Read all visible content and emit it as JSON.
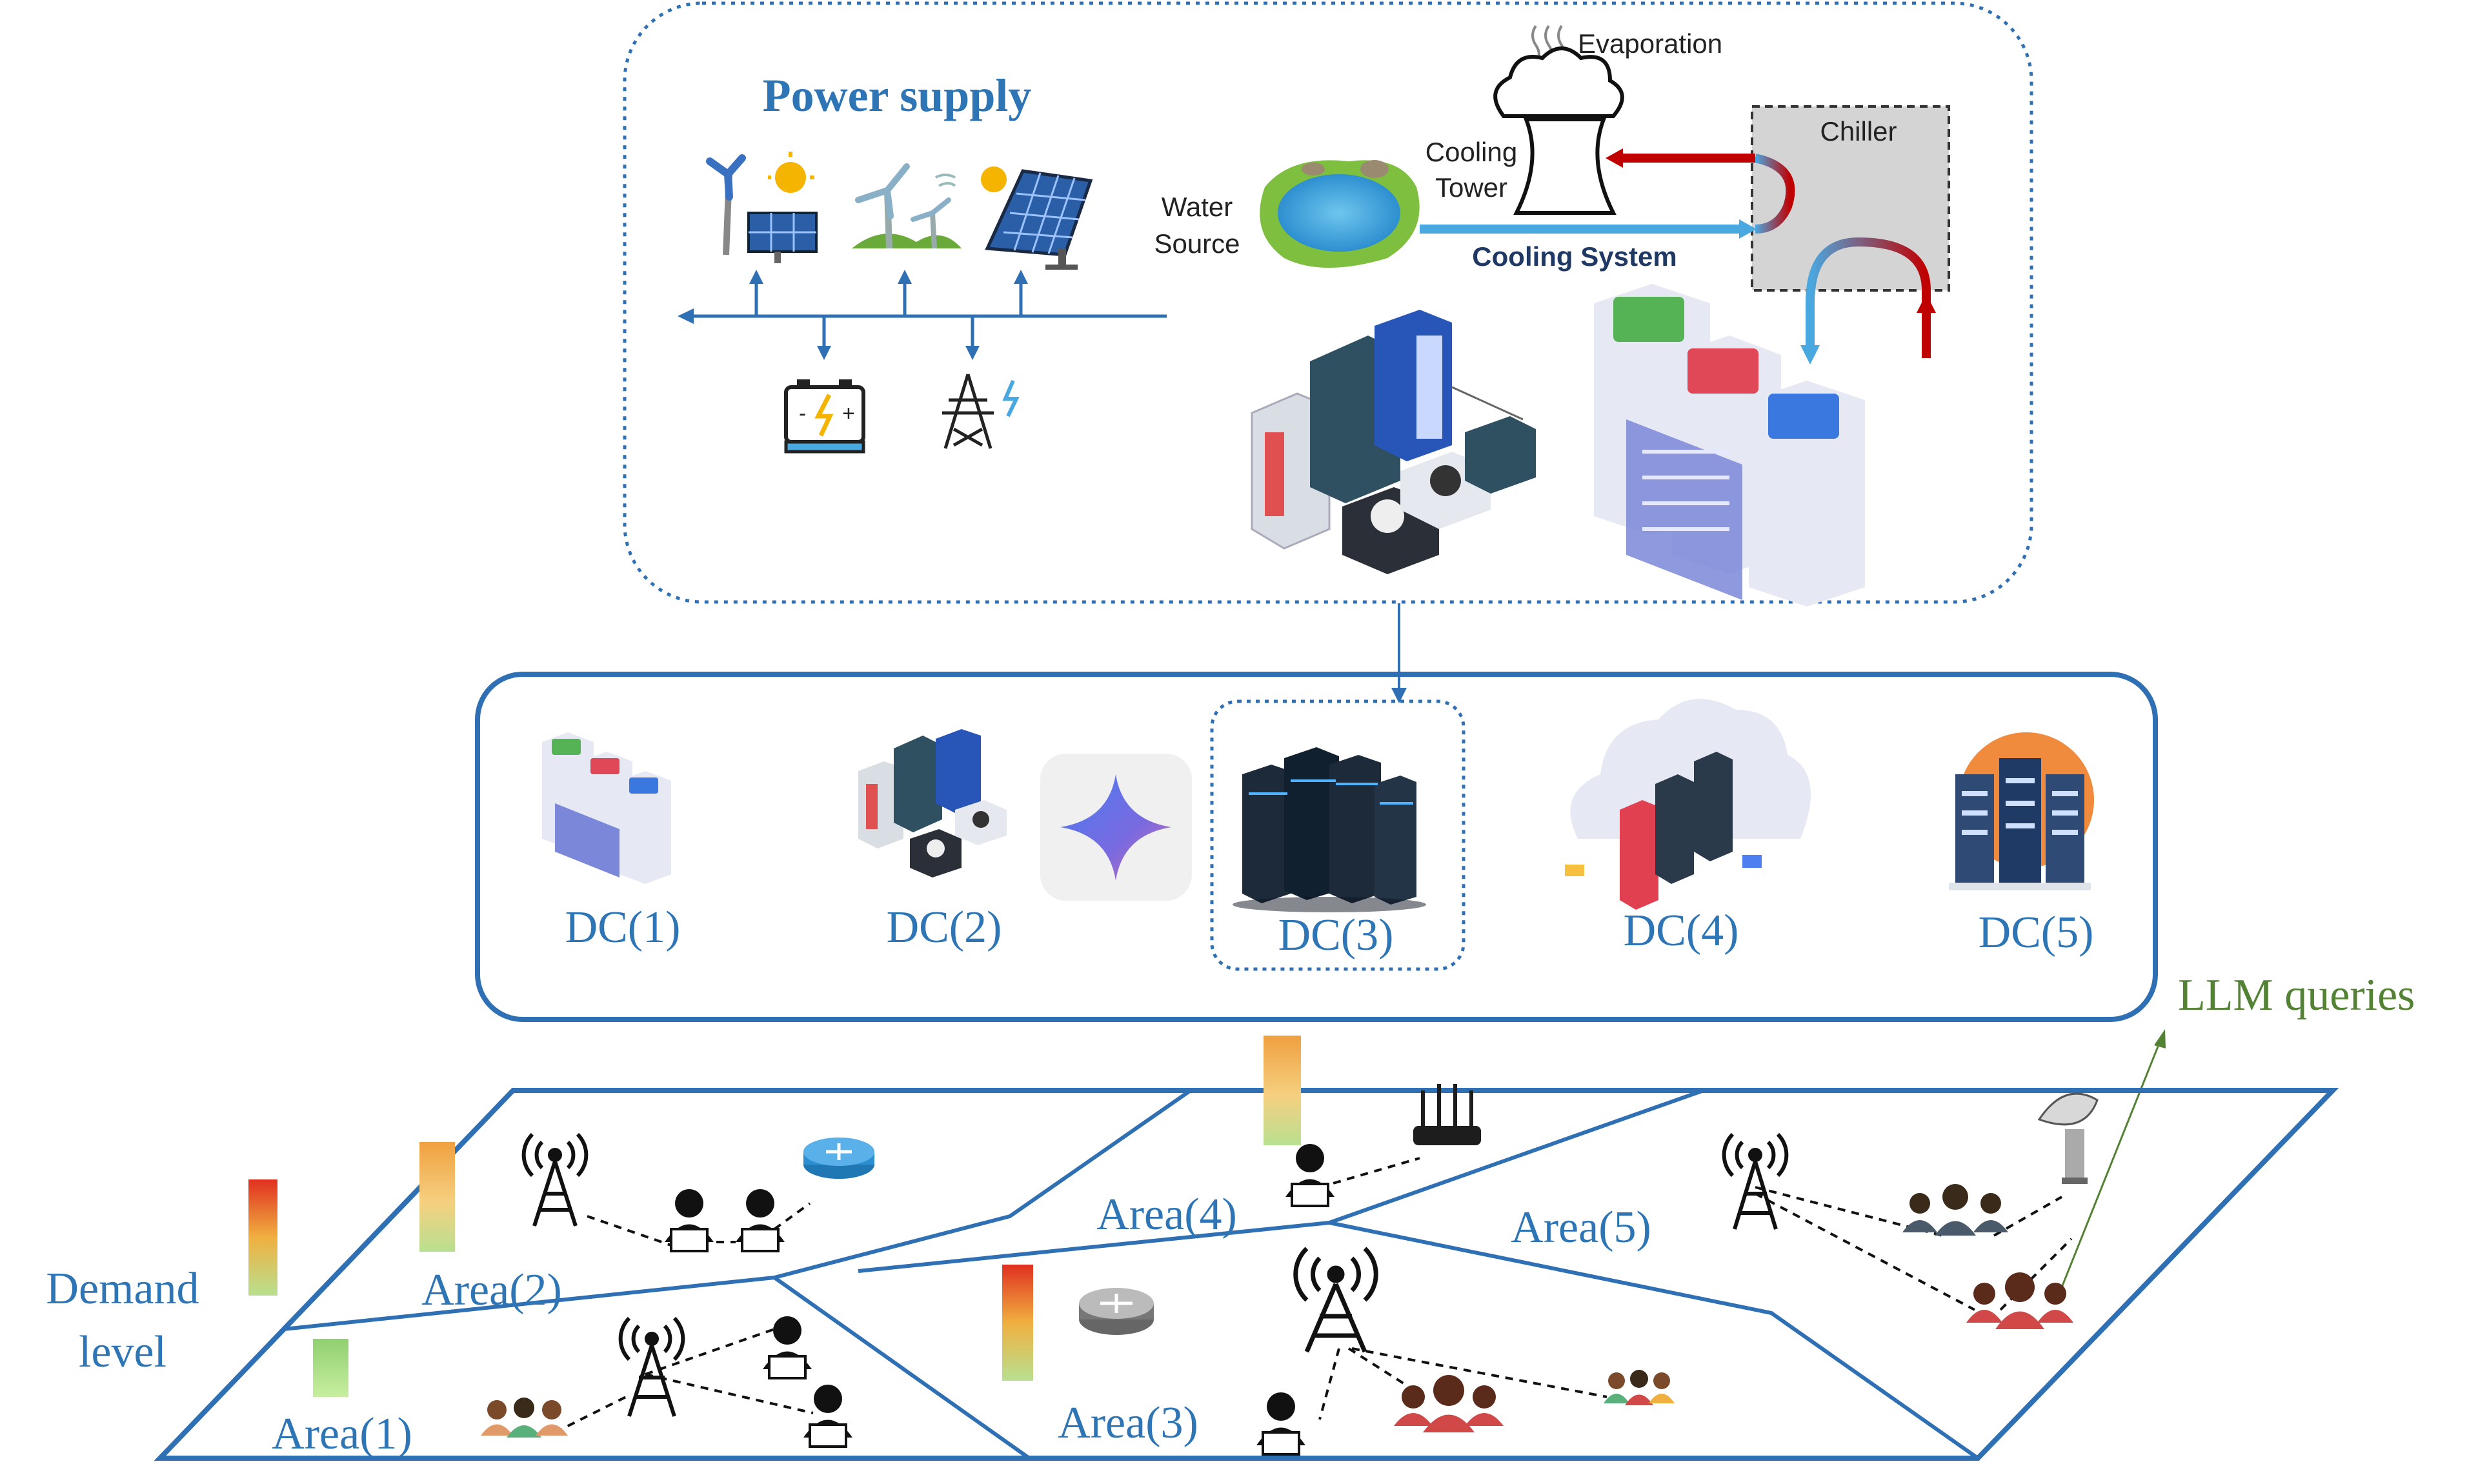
{
  "power": {
    "title": "Power supply",
    "cooling": {
      "evaporation": "Evaporation",
      "tower_line1": "Cooling",
      "tower_line2": "Tower",
      "chiller": "Chiller",
      "water_line1": "Water",
      "water_line2": "Source",
      "system": "Cooling System"
    }
  },
  "datacenters": [
    {
      "label": "DC(1)"
    },
    {
      "label": "DC(2)"
    },
    {
      "label": "DC(3)"
    },
    {
      "label": "DC(4)"
    },
    {
      "label": "DC(5)"
    }
  ],
  "llm_label": "LLM queries",
  "demand": {
    "line1": "Demand",
    "line2": "level"
  },
  "areas": [
    {
      "label": "Area(1)"
    },
    {
      "label": "Area(2)"
    },
    {
      "label": "Area(3)"
    },
    {
      "label": "Area(4)"
    },
    {
      "label": "Area(5)"
    }
  ],
  "colors": {
    "blue": "#2f6fb4",
    "text_blue": "#2e75b6",
    "green_text": "#548235",
    "cool_blue": "#4aa8e0",
    "hot_red": "#c00000"
  }
}
